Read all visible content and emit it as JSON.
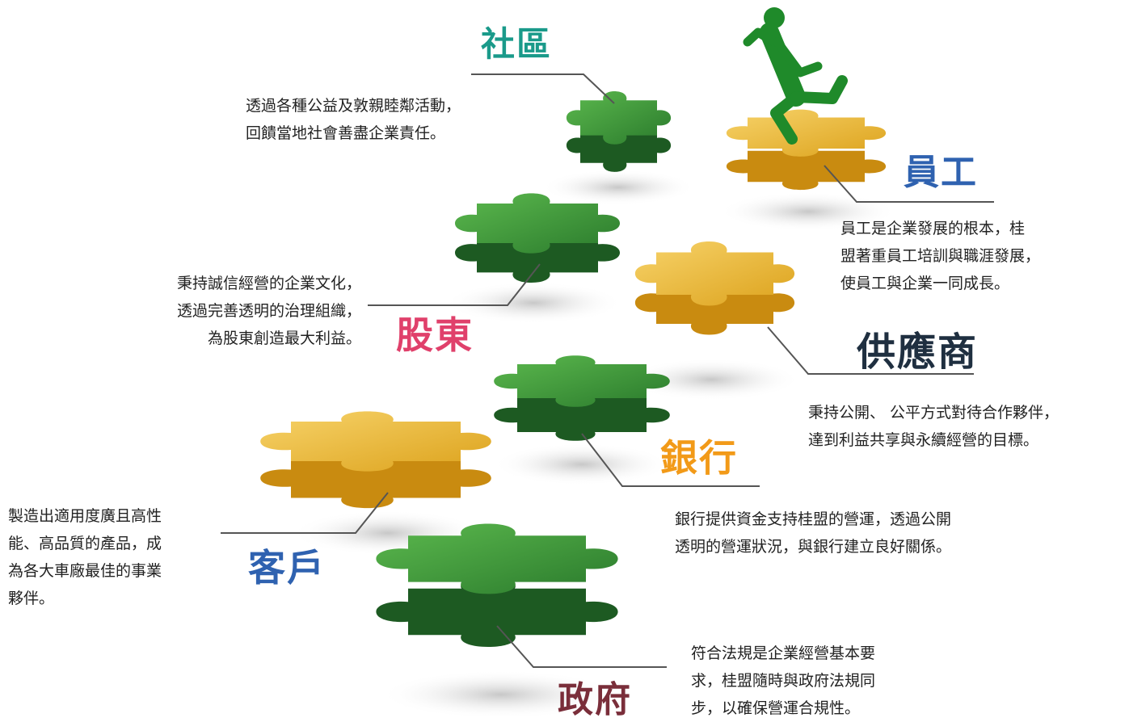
{
  "stakeholders": [
    {
      "key": "community",
      "title": "社區",
      "color": "#1a9a8a",
      "lines": [
        "透過各種公益及敦親睦鄰活動，",
        "回饋當地社會善盡企業責任。"
      ]
    },
    {
      "key": "employee",
      "title": "員工",
      "color": "#2f62b0",
      "lines": [
        "員工是企業發展的根本，桂",
        "盟著重員工培訓與職涯發展，",
        "使員工與企業一同成長。"
      ]
    },
    {
      "key": "shareholder",
      "title": "股東",
      "color": "#e0406b",
      "lines": [
        "秉持誠信經營的企業文化，",
        "透過完善透明的治理組織，",
        "為股東創造最大利益。"
      ]
    },
    {
      "key": "supplier",
      "title": "供應商",
      "color": "#1f2f40",
      "lines": [
        "秉持公開、 公平方式對待合作夥伴，",
        "達到利益共享與永續經營的目標。"
      ]
    },
    {
      "key": "bank",
      "title": "銀行",
      "color": "#f29a18",
      "lines": [
        "銀行提供資金支持桂盟的營運，透過公開",
        "透明的營運狀況，與銀行建立良好關係。"
      ]
    },
    {
      "key": "customer",
      "title": "客戶",
      "color": "#2f62b0",
      "lines": [
        "製造出適用度廣且高性",
        "能、高品質的產品，成",
        "為各大車廠最佳的事業",
        "夥伴。"
      ]
    },
    {
      "key": "government",
      "title": "政府",
      "color": "#7a2e3a",
      "lines": [
        "符合法規是企業經營基本要",
        "求，桂盟隨時與政府法規同",
        "步，以確保營運合規性。"
      ]
    }
  ],
  "icons": {
    "runner": "running-person-icon",
    "piece": "puzzle-piece-icon"
  },
  "colors": {
    "green_top": "#2f8a2f",
    "green_side": "#1d5a22",
    "gold_top": "#eab632",
    "gold_side": "#c98b10",
    "line": "#555555"
  }
}
